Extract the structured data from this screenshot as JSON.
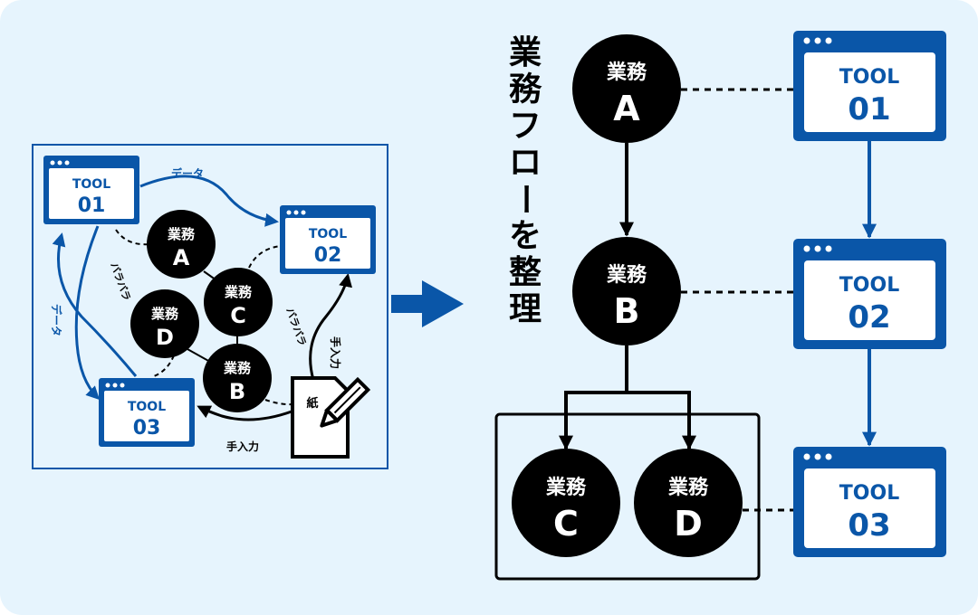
{
  "colors": {
    "background": "#e6f4fd",
    "accent_blue": "#0a56a8",
    "node_black": "#000000",
    "text_white": "#ffffff"
  },
  "title": "業務フローを整理",
  "title_chars": [
    "業",
    "務",
    "フ",
    "ロ",
    "ー",
    "を",
    "整",
    "理"
  ],
  "before": {
    "tools": [
      {
        "id": "tool01",
        "label": "TOOL",
        "number": "01"
      },
      {
        "id": "tool02",
        "label": "TOOL",
        "number": "02"
      },
      {
        "id": "tool03",
        "label": "TOOL",
        "number": "03"
      }
    ],
    "tasks": [
      {
        "id": "A",
        "label": "業務",
        "letter": "A"
      },
      {
        "id": "C",
        "label": "業務",
        "letter": "C"
      },
      {
        "id": "D",
        "label": "業務",
        "letter": "D"
      },
      {
        "id": "B",
        "label": "業務",
        "letter": "B"
      }
    ],
    "labels": {
      "data_top": "データ",
      "data_left": "データ",
      "scattered_left": "バラバラ",
      "scattered_right": "バラバラ",
      "manual_top": "手入力",
      "manual_bottom": "手入力",
      "paper": "紙"
    }
  },
  "after": {
    "tasks": [
      {
        "id": "A",
        "label": "業務",
        "letter": "A"
      },
      {
        "id": "B",
        "label": "業務",
        "letter": "B"
      },
      {
        "id": "C",
        "label": "業務",
        "letter": "C"
      },
      {
        "id": "D",
        "label": "業務",
        "letter": "D"
      }
    ],
    "tools": [
      {
        "id": "tool01",
        "label": "TOOL",
        "number": "01"
      },
      {
        "id": "tool02",
        "label": "TOOL",
        "number": "02"
      },
      {
        "id": "tool03",
        "label": "TOOL",
        "number": "03"
      }
    ]
  }
}
